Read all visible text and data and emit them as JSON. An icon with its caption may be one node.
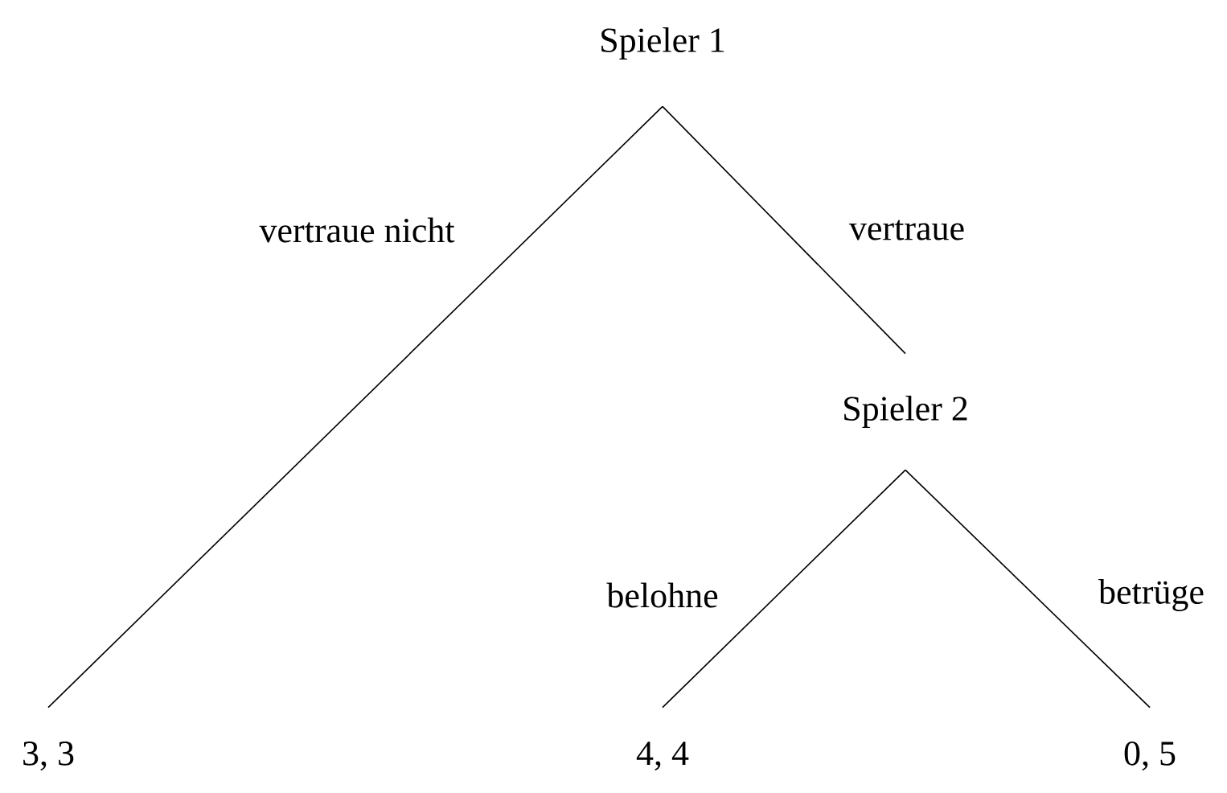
{
  "diagram": {
    "nodes": [
      {
        "text": [
          "Spieler 1"
        ]
      },
      {
        "text": [
          "Spieler 2"
        ]
      },
      {
        "text": [
          "3, 3"
        ]
      },
      {
        "text": [
          "4, 4"
        ]
      },
      {
        "text": [
          "0, 5"
        ]
      }
    ],
    "edges": [
      {
        "from": 0,
        "to": 2,
        "arrow": "none",
        "label": "vertraue nicht"
      },
      {
        "from": 0,
        "to": 1,
        "arrow": "none",
        "label": "vertraue"
      },
      {
        "from": 1,
        "to": 3,
        "arrow": "none",
        "label": "belohne"
      },
      {
        "from": 1,
        "to": 4,
        "arrow": "none",
        "label": "betrüge"
      }
    ]
  }
}
